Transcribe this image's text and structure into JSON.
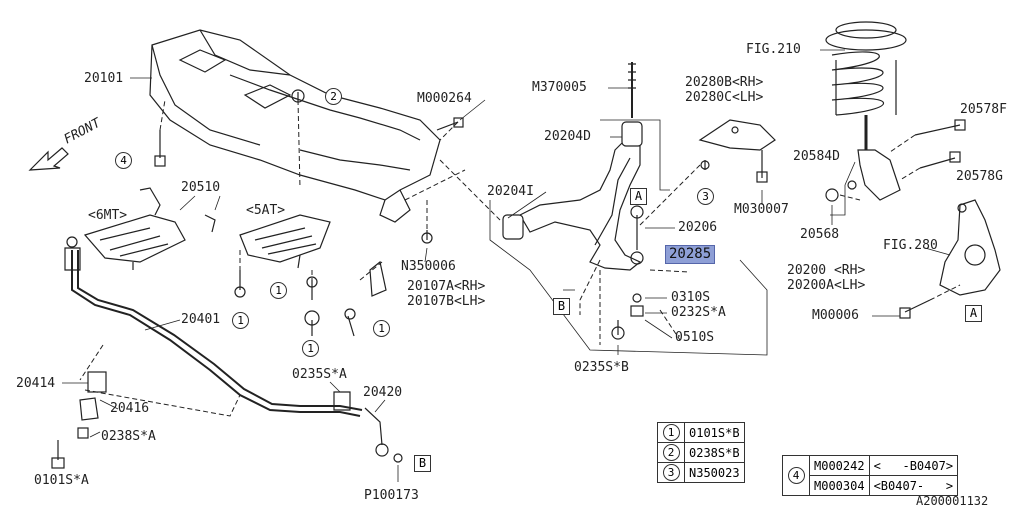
{
  "labels": {
    "p20101": "20101",
    "front": "FRONT",
    "p20510": "20510",
    "mt": "<6MT>",
    "at": "<5AT>",
    "m000264": "M000264",
    "n350006": "N350006",
    "p20107a": "20107A<RH>",
    "p20107b": "20107B<LH>",
    "p20401": "20401",
    "p20414": "20414",
    "p20416": "20416",
    "p0238s": "0238S*A",
    "p0101s": "0101S*A",
    "p0235s_a": "0235S*A",
    "p20420": "20420",
    "p100173": "P100173",
    "m370005": "M370005",
    "p20204d": "20204D",
    "p20204i": "20204I",
    "p20206": "20206",
    "p20285": "20285",
    "p0310s": "0310S",
    "p0232s": "0232S*A",
    "p0510s": "0510S",
    "p0235s_b": "0235S*B",
    "p20280b": "20280B<RH>",
    "p20280c": "20280C<LH>",
    "m030007": "M030007",
    "p20200": "20200 <RH>",
    "p20200a": "20200A<LH>",
    "fig210": "FIG.210",
    "p20578f": "20578F",
    "p20578g": "20578G",
    "p20584d": "20584D",
    "p20568": "20568",
    "fig280": "FIG.280",
    "m00006": "M00006",
    "diagram_id": "A200001132"
  },
  "markers": {
    "c1": "1",
    "c2": "2",
    "c3": "3",
    "c4": "4",
    "sqA": "A",
    "sqB": "B"
  },
  "legend": {
    "rows": [
      {
        "num": "1",
        "part": "0101S*B"
      },
      {
        "num": "2",
        "part": "0238S*B"
      },
      {
        "num": "3",
        "part": "N350023"
      }
    ],
    "alt": {
      "num": "4",
      "rows": [
        {
          "part": "M000242",
          "range": "<   -B0407>"
        },
        {
          "part": "M000304",
          "range": "<B0407-   >"
        }
      ]
    }
  }
}
